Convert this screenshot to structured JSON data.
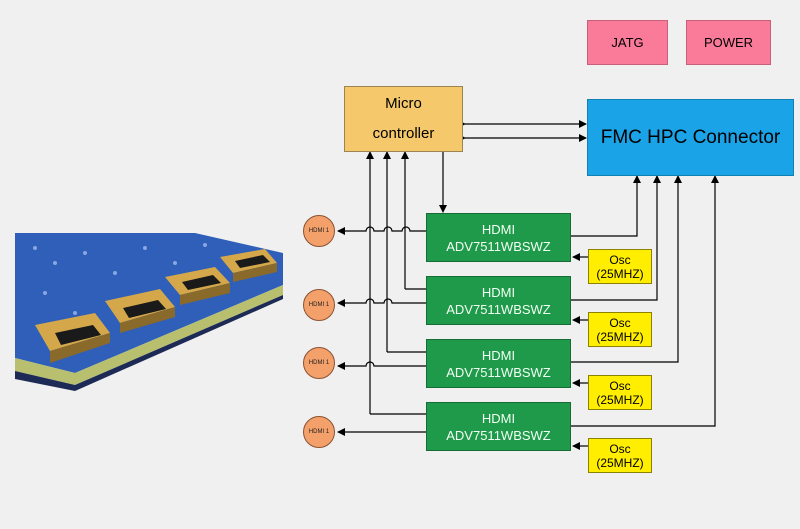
{
  "jtag_label": "JATG",
  "power_label": "POWER",
  "microcontroller": {
    "line1": "Micro",
    "line2": "controller"
  },
  "fmc_label": "FMC HPC Connector",
  "hdmi_blocks": [
    {
      "line1": "HDMI",
      "line2": "ADV7511WBSWZ"
    },
    {
      "line1": "HDMI",
      "line2": "ADV7511WBSWZ"
    },
    {
      "line1": "HDMI",
      "line2": "ADV7511WBSWZ"
    },
    {
      "line1": "HDMI",
      "line2": "ADV7511WBSWZ"
    }
  ],
  "oscillators": [
    {
      "line1": "Osc",
      "line2": "(25MHZ)"
    },
    {
      "line1": "Osc",
      "line2": "(25MHZ)"
    },
    {
      "line1": "Osc",
      "line2": "(25MHZ)"
    },
    {
      "line1": "Osc",
      "line2": "(25MHZ)"
    }
  ],
  "hdmi_ports": [
    "HDMI 1",
    "HDMI 1",
    "HDMI 1",
    "HDMI 1"
  ],
  "colors": {
    "pink": "#f97a99",
    "microcontroller": "#f5c96b",
    "fmc": "#1aa3e6",
    "hdmi_block": "#1f9a4b",
    "oscillator": "#ffee00",
    "port": "#f4a06a",
    "board": "#2f5fb8"
  }
}
